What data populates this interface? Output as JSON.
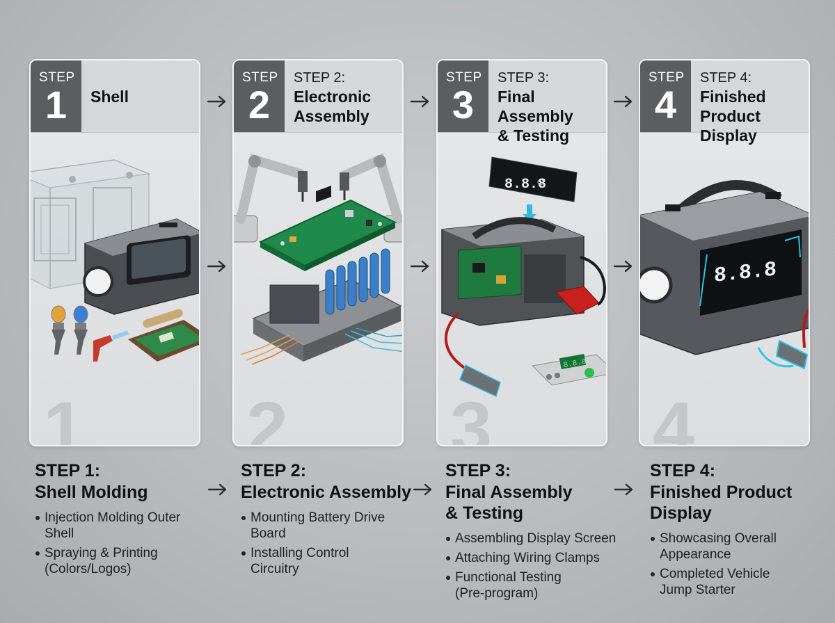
{
  "cards": [
    {
      "badge_word": "STEP",
      "badge_num": "1",
      "sub": "",
      "title_lines": [
        "Shell"
      ],
      "bg_num": "1"
    },
    {
      "badge_word": "STEP",
      "badge_num": "2",
      "sub": "STEP 2:",
      "title_lines": [
        "Electronic",
        "Assembly"
      ],
      "bg_num": "2"
    },
    {
      "badge_word": "STEP",
      "badge_num": "3",
      "sub": "STEP 3:",
      "title_lines": [
        "Final Assembly",
        "& Testing"
      ],
      "bg_num": "3"
    },
    {
      "badge_word": "STEP",
      "badge_num": "4",
      "sub": "STEP 4:",
      "title_lines": [
        "Finished",
        "Product Display"
      ],
      "bg_num": "4"
    }
  ],
  "display_readouts": {
    "step3_screen": "8.8.8",
    "step3_tester": "8.8.8",
    "step4_screen": "8.8.8"
  },
  "columns": [
    {
      "step": "STEP 1:",
      "title_lines": [
        "Shell Molding"
      ],
      "bullets": [
        "Injection Molding Outer Shell",
        "Spraying & Printing (Colors/Logos)"
      ]
    },
    {
      "step": "STEP 2:",
      "title_lines": [
        "Electronic Assembly"
      ],
      "bullets": [
        "Mounting Battery Drive Board",
        "Installing Control Circuitry"
      ]
    },
    {
      "step": "STEP 3:",
      "title_lines": [
        "Final Assembly",
        "& Testing"
      ],
      "bullets": [
        "Assembling Display Screen",
        "Attaching Wiring Clamps",
        "Functional Testing (Pre-program)"
      ]
    },
    {
      "step": "STEP 4:",
      "title_lines": [
        "Finished Product",
        "Display"
      ],
      "bullets": [
        "Showcasing Overall Appearance",
        "Completed Vehicle Jump Starter"
      ]
    }
  ],
  "icons": {
    "arrow": "arrow-right-icon"
  },
  "colors": {
    "badge_bg": "#5b5d60",
    "card_bg": "#e2e3e4",
    "accent_cyan": "#2bc4e8",
    "accent_red": "#c8201c",
    "pcb_green": "#1f8a4c"
  }
}
